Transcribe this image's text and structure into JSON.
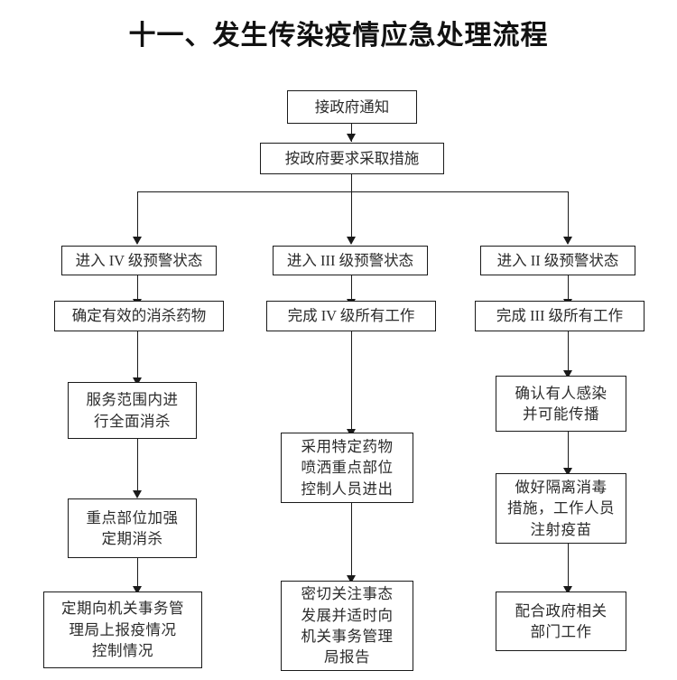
{
  "title": "十一、发生传染疫情应急处理流程",
  "flow": {
    "start": {
      "label": "接政府通知"
    },
    "measures": {
      "label": "按政府要求采取措施"
    },
    "branches": [
      {
        "key": "level-4",
        "level_label": "进入 IV 级预警状态",
        "steps": [
          {
            "key": "determine-agent",
            "label": "确定有效的消杀药物"
          },
          {
            "key": "full-disinfection",
            "label": "服务范围内进\n行全面消杀"
          },
          {
            "key": "key-area-disinfection",
            "label": "重点部位加强\n定期消杀"
          },
          {
            "key": "report-bureau",
            "label": "定期向机关事务管\n理局上报疫情况\n控制情况"
          }
        ]
      },
      {
        "key": "level-3",
        "level_label": "进入 III 级预警状态",
        "steps": [
          {
            "key": "complete-level-4",
            "label": "完成 IV 级所有工作"
          },
          {
            "key": "targeted-spray",
            "label": "采用特定药物\n喷洒重点部位\n控制人员进出"
          },
          {
            "key": "monitor-report",
            "label": "密切关注事态\n发展并适时向\n机关事务管理\n局报告"
          }
        ]
      },
      {
        "key": "level-2",
        "level_label": "进入 II 级预警状态",
        "steps": [
          {
            "key": "complete-level-3",
            "label": "完成 III 级所有工作"
          },
          {
            "key": "confirm-infection",
            "label": "确认有人感染\n并可能传播"
          },
          {
            "key": "isolation-vaccine",
            "label": "做好隔离消毒\n措施，工作人员\n注射疫苗"
          },
          {
            "key": "cooperate-gov",
            "label": "配合政府相关\n部门工作"
          }
        ]
      }
    ]
  }
}
